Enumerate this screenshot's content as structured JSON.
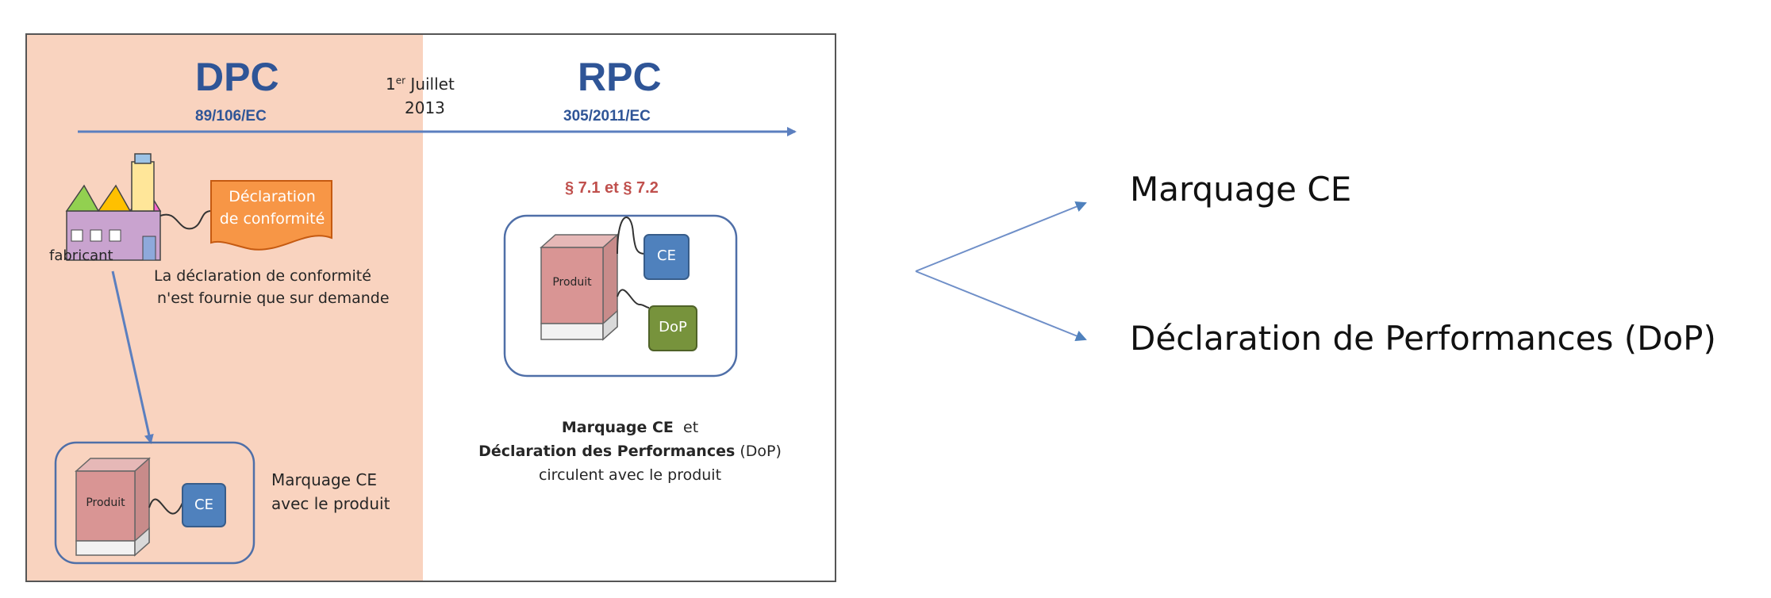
{
  "left_panel": {
    "dpc": {
      "title": "DPC",
      "reference": "89/106/EC"
    },
    "date": {
      "day": "1",
      "ordinal": "er",
      "month": "Juillet",
      "year": "2013"
    },
    "rpc": {
      "title": "RPC",
      "reference": "305/2011/EC",
      "section": "§ 7.1 et § 7.2"
    },
    "manufacturer_label": "fabricant",
    "declaration_doc": {
      "line1": "Déclaration",
      "line2": "de conformité"
    },
    "declaration_note": {
      "line1": "La déclaration de conformité",
      "line2": "n'est fournie que sur demande"
    },
    "dpc_product": {
      "product_label": "Produit",
      "ce_label": "CE"
    },
    "dpc_caption": {
      "line1": "Marquage CE",
      "line2": "avec le produit"
    },
    "rpc_product": {
      "product_label": "Produit",
      "ce_label": "CE",
      "dop_label": "DoP"
    },
    "rpc_caption": {
      "line1_bold": "Marquage CE",
      "line1_rest": "et",
      "line2_prefix": "Déclaration des ",
      "line2_bold": "Performances",
      "line2_rest": " (DoP)",
      "line3": "circulent avec le produit"
    }
  },
  "right_labels": {
    "top": "Marquage CE",
    "bottom": "Déclaration de Performances (DoP)"
  },
  "colors": {
    "dpc_background": "#f9d3bf",
    "title_blue": "#2f5597",
    "timeline_blue": "#5b7fbf",
    "section_red": "#c0504d",
    "declaration_orange": "#f79646",
    "ce_blue": "#4f81bd",
    "dop_green": "#77933c",
    "product_pink": "#d99594"
  }
}
